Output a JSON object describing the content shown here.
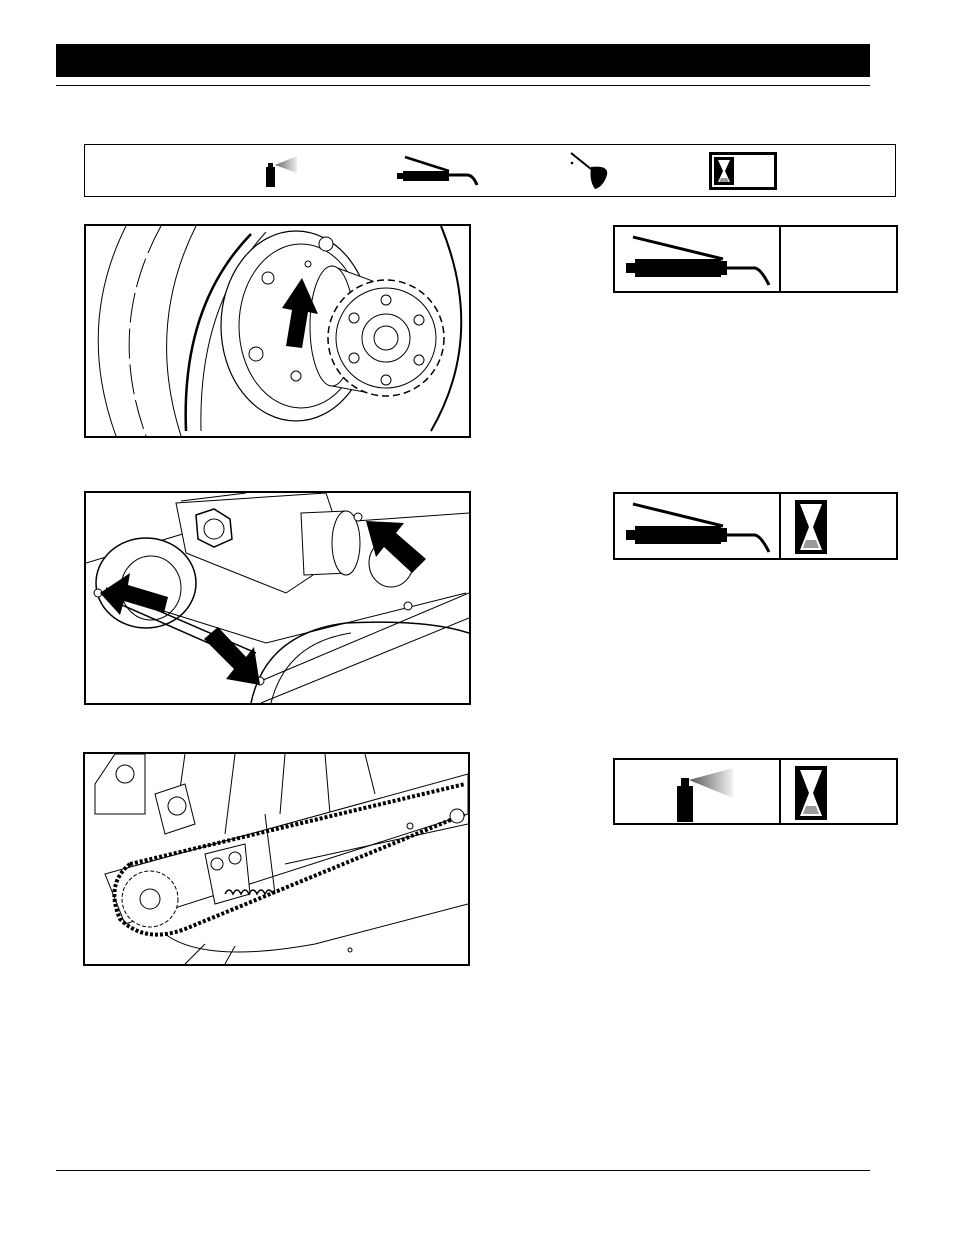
{
  "header": {
    "title": ""
  },
  "legend": {
    "icons": [
      "spray-lubricant-icon",
      "grease-gun-icon",
      "oil-can-icon",
      "hourglass-interval-icon"
    ]
  },
  "steps": [
    {
      "figure": "wheel-hub-sprocket",
      "symbols": [
        "grease-gun-icon"
      ]
    },
    {
      "figure": "pivot-axle-linkage",
      "symbols": [
        "grease-gun-icon",
        "hourglass-interval-icon"
      ]
    },
    {
      "figure": "chain-drive",
      "symbols": [
        "spray-lubricant-icon",
        "hourglass-interval-icon"
      ]
    }
  ],
  "colors": {
    "ink": "#000000",
    "paper": "#ffffff",
    "spray_gradient": "#bdbdbd"
  }
}
